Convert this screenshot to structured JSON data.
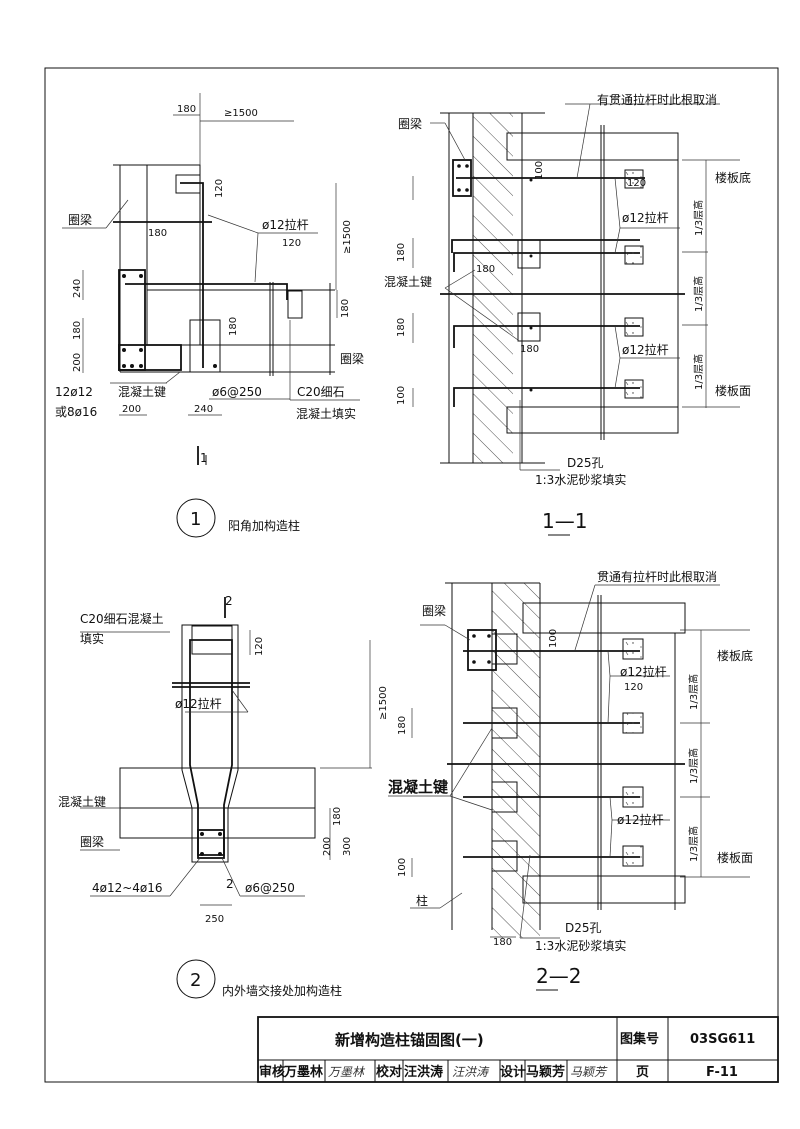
{
  "detail1": {
    "dims": {
      "d180_top": "180",
      "d1500_h": "≥1500",
      "d120_a": "120",
      "d180_b": "180",
      "d120_b": "120",
      "d1500_v": "≥1500",
      "d240": "240",
      "d180_c": "180",
      "d200": "200",
      "d180_d": "180",
      "d180_e": "180",
      "d200_b": "200",
      "d240_b": "240"
    },
    "labels": {
      "ring_beam": "圈梁",
      "tie_rod": "ø12拉杆",
      "ring_beam2": "圈梁",
      "bars": "12ø12",
      "bars_alt": "或8ø16",
      "key": "混凝土键",
      "stirrup": "ø6@250",
      "fill1": "C20细石",
      "fill2": "混凝土填实",
      "section_mark": "1"
    },
    "number": "1",
    "caption": "阳角加构造柱"
  },
  "section11": {
    "labels": {
      "note": "有贯通拉杆时此根取消",
      "ring_beam": "圈梁",
      "key": "混凝土键",
      "tie_rod1": "ø12拉杆",
      "tie_rod2": "ø12拉杆",
      "slab_bottom": "楼板底",
      "slab_top": "楼板面",
      "third1": "1/3层高",
      "third2": "1/3层高",
      "third3": "1/3层高",
      "hole": "D25孔",
      "mortar": "1:3水泥砂浆填实"
    },
    "dims": {
      "d100": "100",
      "d120": "120",
      "d180a": "180",
      "d180b": "180",
      "d180c": "180",
      "d180d": "180",
      "d100b": "100"
    },
    "title": "1—1"
  },
  "detail2": {
    "labels": {
      "fill1": "C20细石混凝土",
      "fill2": "填实",
      "tie_rod": "ø12拉杆",
      "key": "混凝土键",
      "ring_beam": "圈梁",
      "bars": "4ø12~4ø16",
      "stirrup": "ø6@250",
      "section_mark_top": "2",
      "section_mark_bot": "2"
    },
    "dims": {
      "d120": "120",
      "d1500": "≥1500",
      "d180": "180",
      "d200": "200",
      "d300": "300",
      "d250": "250"
    },
    "number": "2",
    "caption": "内外墙交接处加构造柱"
  },
  "section22": {
    "labels": {
      "note": "贯通有拉杆时此根取消",
      "ring_beam": "圈梁",
      "key": "混凝土键",
      "tie_rod1": "ø12拉杆",
      "tie_rod2": "ø12拉杆",
      "slab_bottom": "楼板底",
      "slab_top": "楼板面",
      "third1": "1/3层高",
      "third2": "1/3层高",
      "third3": "1/3层高",
      "column": "柱",
      "hole": "D25孔",
      "mortar": "1:3水泥砂浆填实"
    },
    "dims": {
      "d100": "100",
      "d120": "120",
      "d180a": "180",
      "d100b": "100",
      "d180": "180"
    },
    "title": "2—2"
  },
  "title_block": {
    "title": "新增构造柱锚固图(一)",
    "atlas_label": "图集号",
    "atlas_no": "03SG611",
    "review_label": "审核",
    "reviewer": "万墨林",
    "reviewer_sig": "万墨林",
    "check_label": "校对",
    "checker": "汪洪涛",
    "checker_sig": "汪洪涛",
    "design_label": "设计",
    "designer": "马颖芳",
    "designer_sig": "马颖芳",
    "page_label": "页",
    "page_no": "F-11"
  }
}
